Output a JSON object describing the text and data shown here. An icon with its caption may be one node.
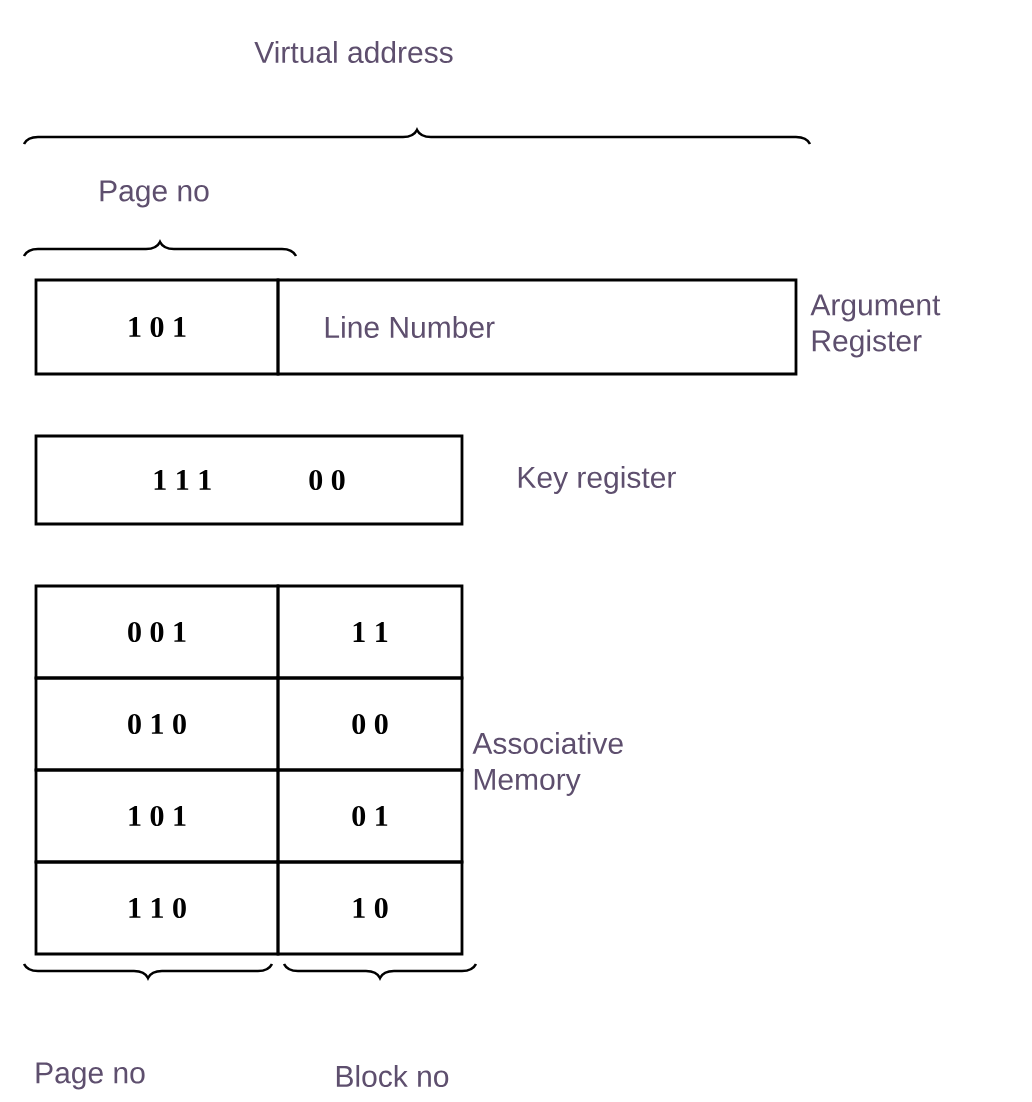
{
  "diagram": {
    "nodes": [
      {
        "text": [
          "1 0 1"
        ]
      },
      {
        "text": [
          "Line Number"
        ]
      },
      {
        "text": [
          "1 1 1",
          "0 0"
        ]
      },
      {
        "text": [
          "0 0 1"
        ]
      },
      {
        "text": [
          "1 1"
        ]
      },
      {
        "text": [
          "0 1 0"
        ]
      },
      {
        "text": [
          "0 0"
        ]
      },
      {
        "text": [
          "1 0 1"
        ]
      },
      {
        "text": [
          "0 1"
        ]
      },
      {
        "text": [
          "1 1 0"
        ]
      },
      {
        "text": [
          "1 0"
        ]
      }
    ],
    "labels": [
      "Virtual address",
      "Page no",
      "Argument Register",
      "Key register",
      "Associative Memory",
      "Page no",
      "Block no"
    ]
  }
}
